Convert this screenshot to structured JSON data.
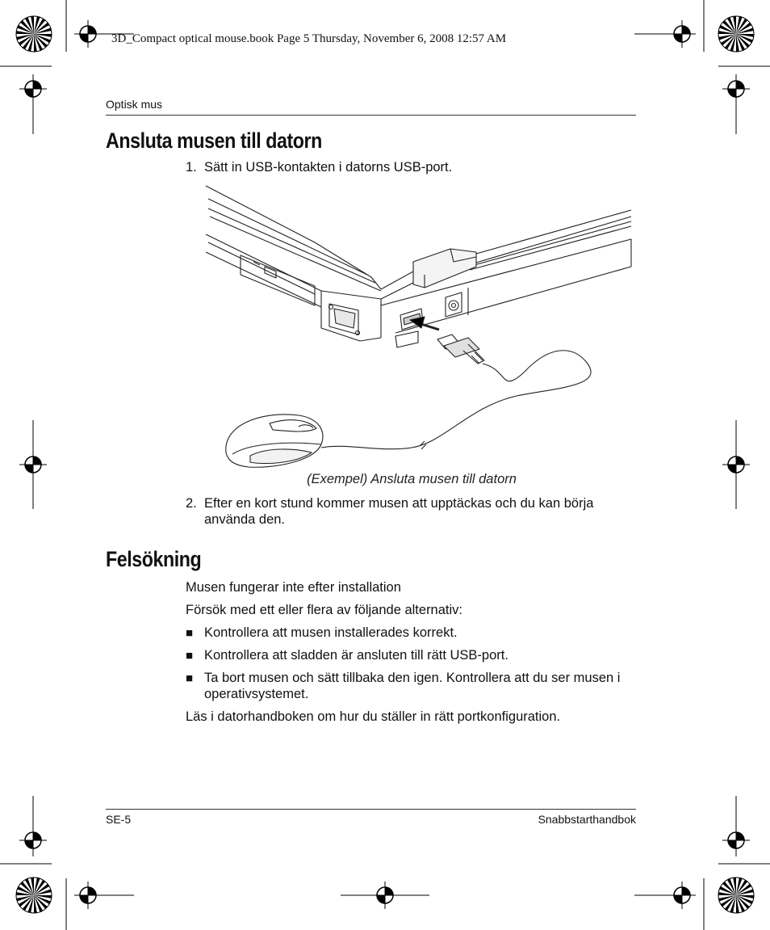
{
  "slug_line": "3D_Compact optical mouse.book  Page 5  Thursday, November 6, 2008  12:57 AM",
  "running_head": "Optisk mus",
  "section1": {
    "heading": "Ansluta musen till datorn",
    "steps": [
      {
        "number": "1.",
        "text": "Sätt in USB-kontakten i datorns USB-port."
      },
      {
        "number": "2.",
        "text": "Efter en kort stund kommer musen att upptäckas och du kan börja använda den."
      }
    ],
    "figure_caption": "(Exempel) Ansluta musen till datorn"
  },
  "section2": {
    "heading": "Felsökning",
    "intro": "Musen fungerar inte efter installation",
    "lead": "Försök med ett eller flera av följande alternativ:",
    "bullet_glyph": "■",
    "bullets": [
      "Kontrollera att musen installerades korrekt.",
      "Kontrollera att sladden är ansluten till rätt USB-port.",
      "Ta bort musen och sätt tillbaka den igen. Kontrollera att du ser musen i operativsystemet."
    ],
    "closing": "Läs i datorhandboken om hur du ställer in rätt portkonfiguration."
  },
  "footer": {
    "page_number": "SE-5",
    "book_title": "Snabbstarthandbok"
  },
  "print_marks": {
    "registration_mark_icon": "crosshair-circle",
    "color_wheel_icon": "starburst-wheel"
  }
}
